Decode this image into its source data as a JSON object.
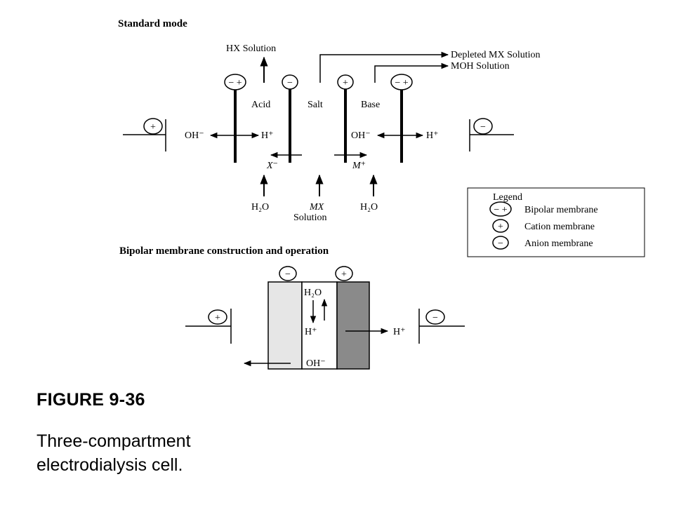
{
  "figure": {
    "label": "FIGURE 9-36",
    "caption": "Three-compartment electrodialysis cell."
  },
  "standard_mode": {
    "heading": "Standard mode",
    "outputs": {
      "hx": "HX Solution",
      "depleted": "Depleted MX Solution",
      "moh": "MOH Solution"
    },
    "compartments": {
      "acid": "Acid",
      "salt": "Salt",
      "base": "Base"
    },
    "ions": {
      "oh_left": "OH⁻",
      "h_left": "H⁺",
      "oh_right": "OH⁻",
      "h_right": "H⁺",
      "x": "X⁻",
      "m": "M⁺"
    },
    "inputs": {
      "h2o_left": "H₂O",
      "mx": "MX",
      "solution": "Solution",
      "h2o_right": "H₂O"
    },
    "membrane_symbols": {
      "bipolar": "− +",
      "cation": "+",
      "anion": "−"
    }
  },
  "legend": {
    "title": "Legend",
    "items": [
      {
        "symbol": "− +",
        "label": "Bipolar membrane"
      },
      {
        "symbol": "+",
        "label": "Cation membrane"
      },
      {
        "symbol": "−",
        "label": "Anion membrane"
      }
    ]
  },
  "bipolar_section": {
    "heading": "Bipolar membrane construction and operation",
    "h2o": "H₂O",
    "h_inner": "H⁺",
    "h_outer": "H⁺",
    "oh": "OH⁻",
    "colors": {
      "anion_layer": "#e6e6e6",
      "cation_layer": "#8a8a8a"
    }
  }
}
